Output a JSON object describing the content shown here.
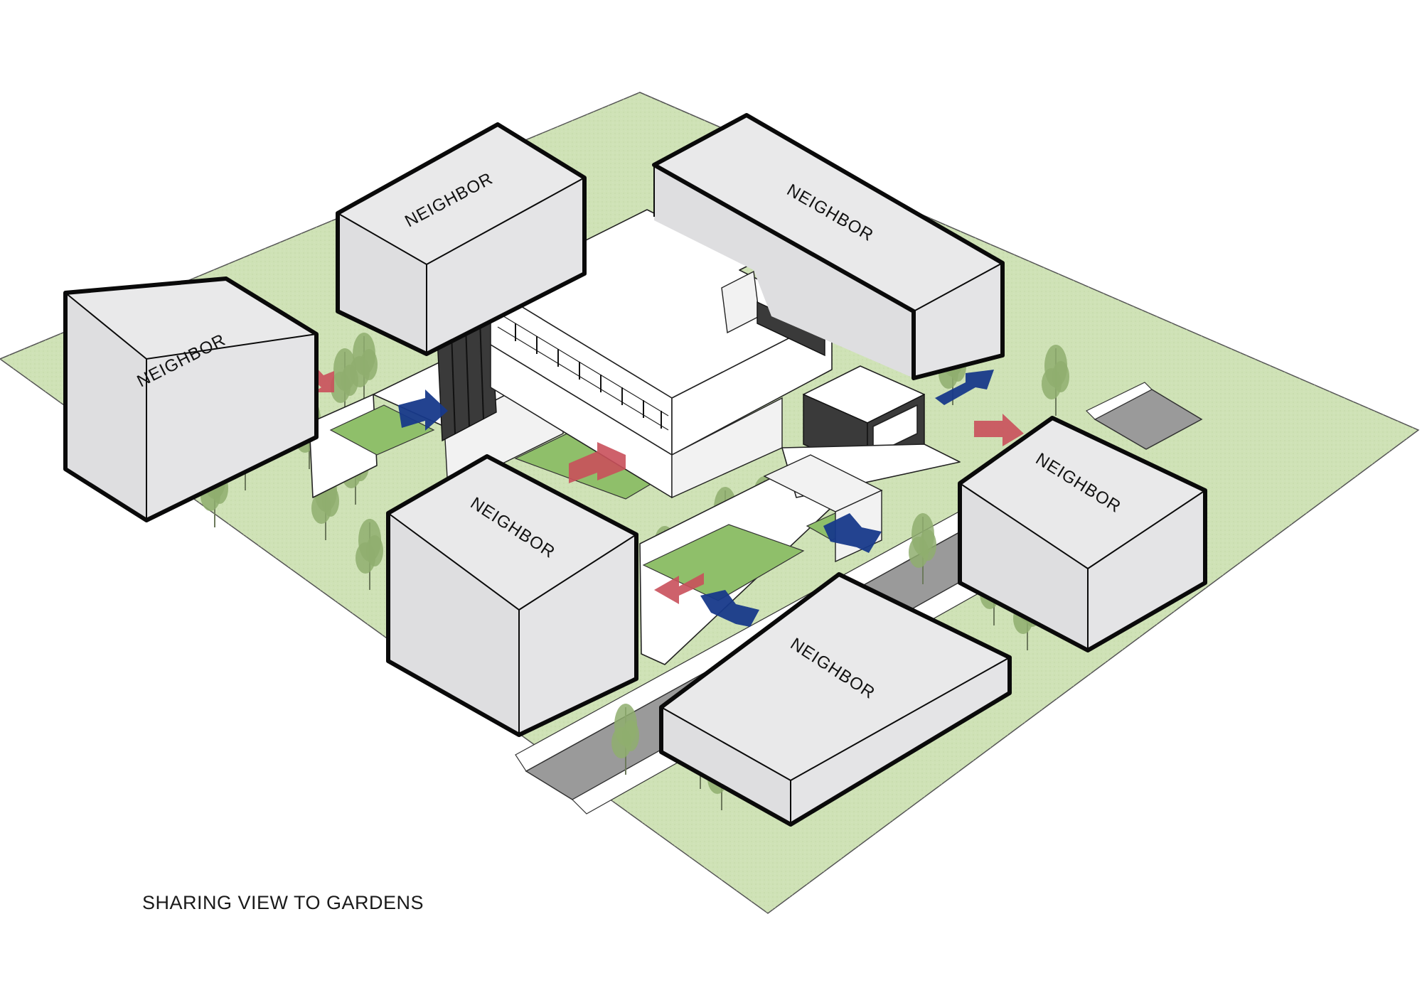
{
  "caption": "SHARING VIEW TO GARDENS",
  "neighbors": [
    {
      "id": "west",
      "label": "NEIGHBOR"
    },
    {
      "id": "north",
      "label": "NEIGHBOR"
    },
    {
      "id": "northeast",
      "label": "NEIGHBOR"
    },
    {
      "id": "southwest",
      "label": "NEIGHBOR"
    },
    {
      "id": "east",
      "label": "NEIGHBOR"
    },
    {
      "id": "south",
      "label": "NEIGHBOR"
    }
  ],
  "legend_colors": {
    "view_in_arrow": "#c9505b",
    "view_out_arrow": "#17398a",
    "garden": "#cfe2b6",
    "lawn": "#8fbf6a",
    "neighbor_block": "#e4e4e6"
  }
}
